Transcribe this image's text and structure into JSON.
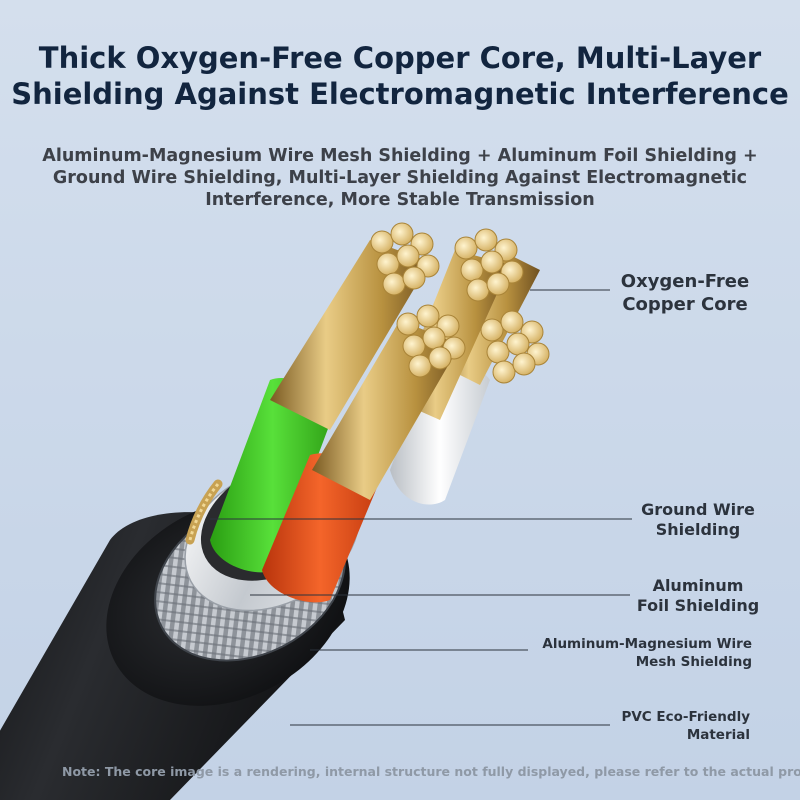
{
  "header": {
    "title_line1": "Thick Oxygen-Free Copper Core, Multi-Layer",
    "title_line2": "Shielding Against Electromagnetic Interference",
    "subtitle_line1": "Aluminum-Magnesium Wire Mesh Shielding + Aluminum Foil Shielding +",
    "subtitle_line2": "Ground Wire Shielding, Multi-Layer Shielding Against Electromagnetic",
    "subtitle_line3": "Interference, More Stable Transmission"
  },
  "labels": {
    "copper_core": {
      "line1": "Oxygen-Free",
      "line2": "Copper Core"
    },
    "ground_wire": {
      "line1": "Ground Wire",
      "line2": "Shielding"
    },
    "aluminum_foil": {
      "line1": "Aluminum",
      "line2": "Foil Shielding"
    },
    "wire_mesh": {
      "line1": "Aluminum-Magnesium Wire",
      "line2": "Mesh Shielding"
    },
    "pvc_jacket": {
      "line1": "PVC Eco-Friendly",
      "line2": "Material"
    }
  },
  "footer": {
    "note": "Note: The core image is a rendering, internal structure not fully displayed, please refer to the actual product"
  },
  "colors": {
    "title": "#12253f",
    "jacket": "#1c1d20",
    "copper": "#c9a55c",
    "green_insulation": "#3fcf1e",
    "orange_insulation": "#e8501c",
    "white_insulation": "#eceff2",
    "foil": "#d9dde2"
  }
}
